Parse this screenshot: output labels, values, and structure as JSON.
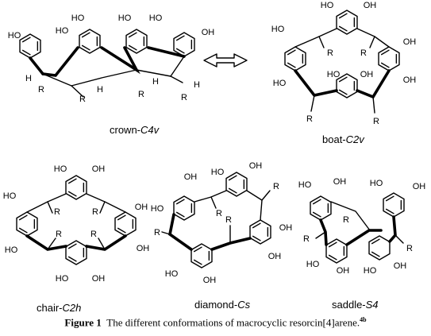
{
  "structures": [
    {
      "id": "crown",
      "name": "crown-",
      "sym": "C4v"
    },
    {
      "id": "boat",
      "name": "boat-",
      "sym": "C2v"
    },
    {
      "id": "chair",
      "name": "chair-",
      "sym": "C2h"
    },
    {
      "id": "diamond",
      "name": "diamond-",
      "sym": "Cs"
    },
    {
      "id": "saddle",
      "name": "saddle-",
      "sym": "S4"
    }
  ],
  "atoms": {
    "oh": "OH",
    "ho": "HO",
    "r": "R",
    "h": "H"
  },
  "arrow": {
    "name": "equilibrium-double-arrow"
  },
  "caption": {
    "label": "Figure 1",
    "text": "The different conformations of macrocyclic resorcin[4]arene.",
    "ref": "4b"
  }
}
